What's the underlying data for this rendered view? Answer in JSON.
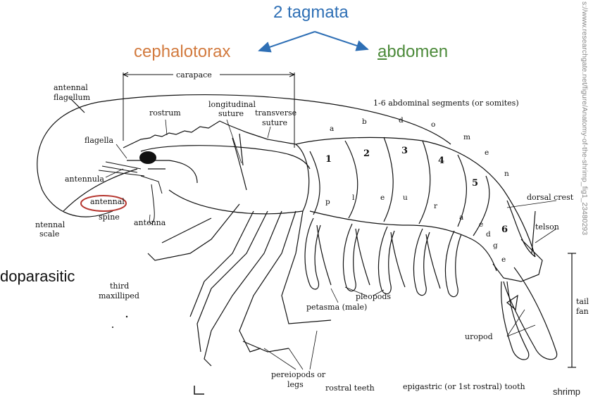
{
  "header": {
    "title": "2 tagmata",
    "left_tagma": "cephalotorax",
    "right_tagma_first": "a",
    "right_tagma_rest": "bdomen"
  },
  "side_text": "doparasitic",
  "corner_label": "shrimp",
  "source_url": "s://www.researchgate.net/figure/Anatomy-of-the-shrimp_fig1_23480293",
  "diagram": {
    "carapace": "carapace",
    "antennal_flagellum_1": "antennal",
    "antennal_flagellum_2": "flagellum",
    "rostrum": "rostrum",
    "longitudinal_1": "longitudinal",
    "longitudinal_2": "suture",
    "transverse_1": "transverse",
    "transverse_2": "suture",
    "abdominal_segments": "1-6 abdominal segments (or somites)",
    "flagella": "flagella",
    "antennula": "antennula",
    "antennal_spine_1": "antennal",
    "antennal_spine_2": "spine",
    "antenna": "antenna",
    "antennal_scale_1": "ntennal",
    "antennal_scale_2": "scale",
    "third_maxilliped_1": "third",
    "third_maxilliped_2": "maxilliped",
    "dorsal_crest": "dorsal crest",
    "telson": "telson",
    "tail_fan_1": "tail",
    "tail_fan_2": "fan",
    "uropod": "uropod",
    "pleopods": "pleopods",
    "petasma": "petasma (male)",
    "pereiopods_1": "pereiopods or",
    "pereiopods_2": "legs",
    "rostral_teeth": "rostral teeth",
    "epigastric": "epigastric (or 1st rostral) tooth",
    "segment_numbers": [
      "1",
      "2",
      "3",
      "4",
      "5",
      "6"
    ],
    "abdomen_letters": [
      "a",
      "b",
      "d",
      "o",
      "m",
      "e",
      "n"
    ],
    "pleura_letters": [
      "p",
      "l",
      "e",
      "u",
      "r",
      "a"
    ],
    "telson_letters": [
      "e",
      "d",
      "g",
      "e"
    ]
  }
}
